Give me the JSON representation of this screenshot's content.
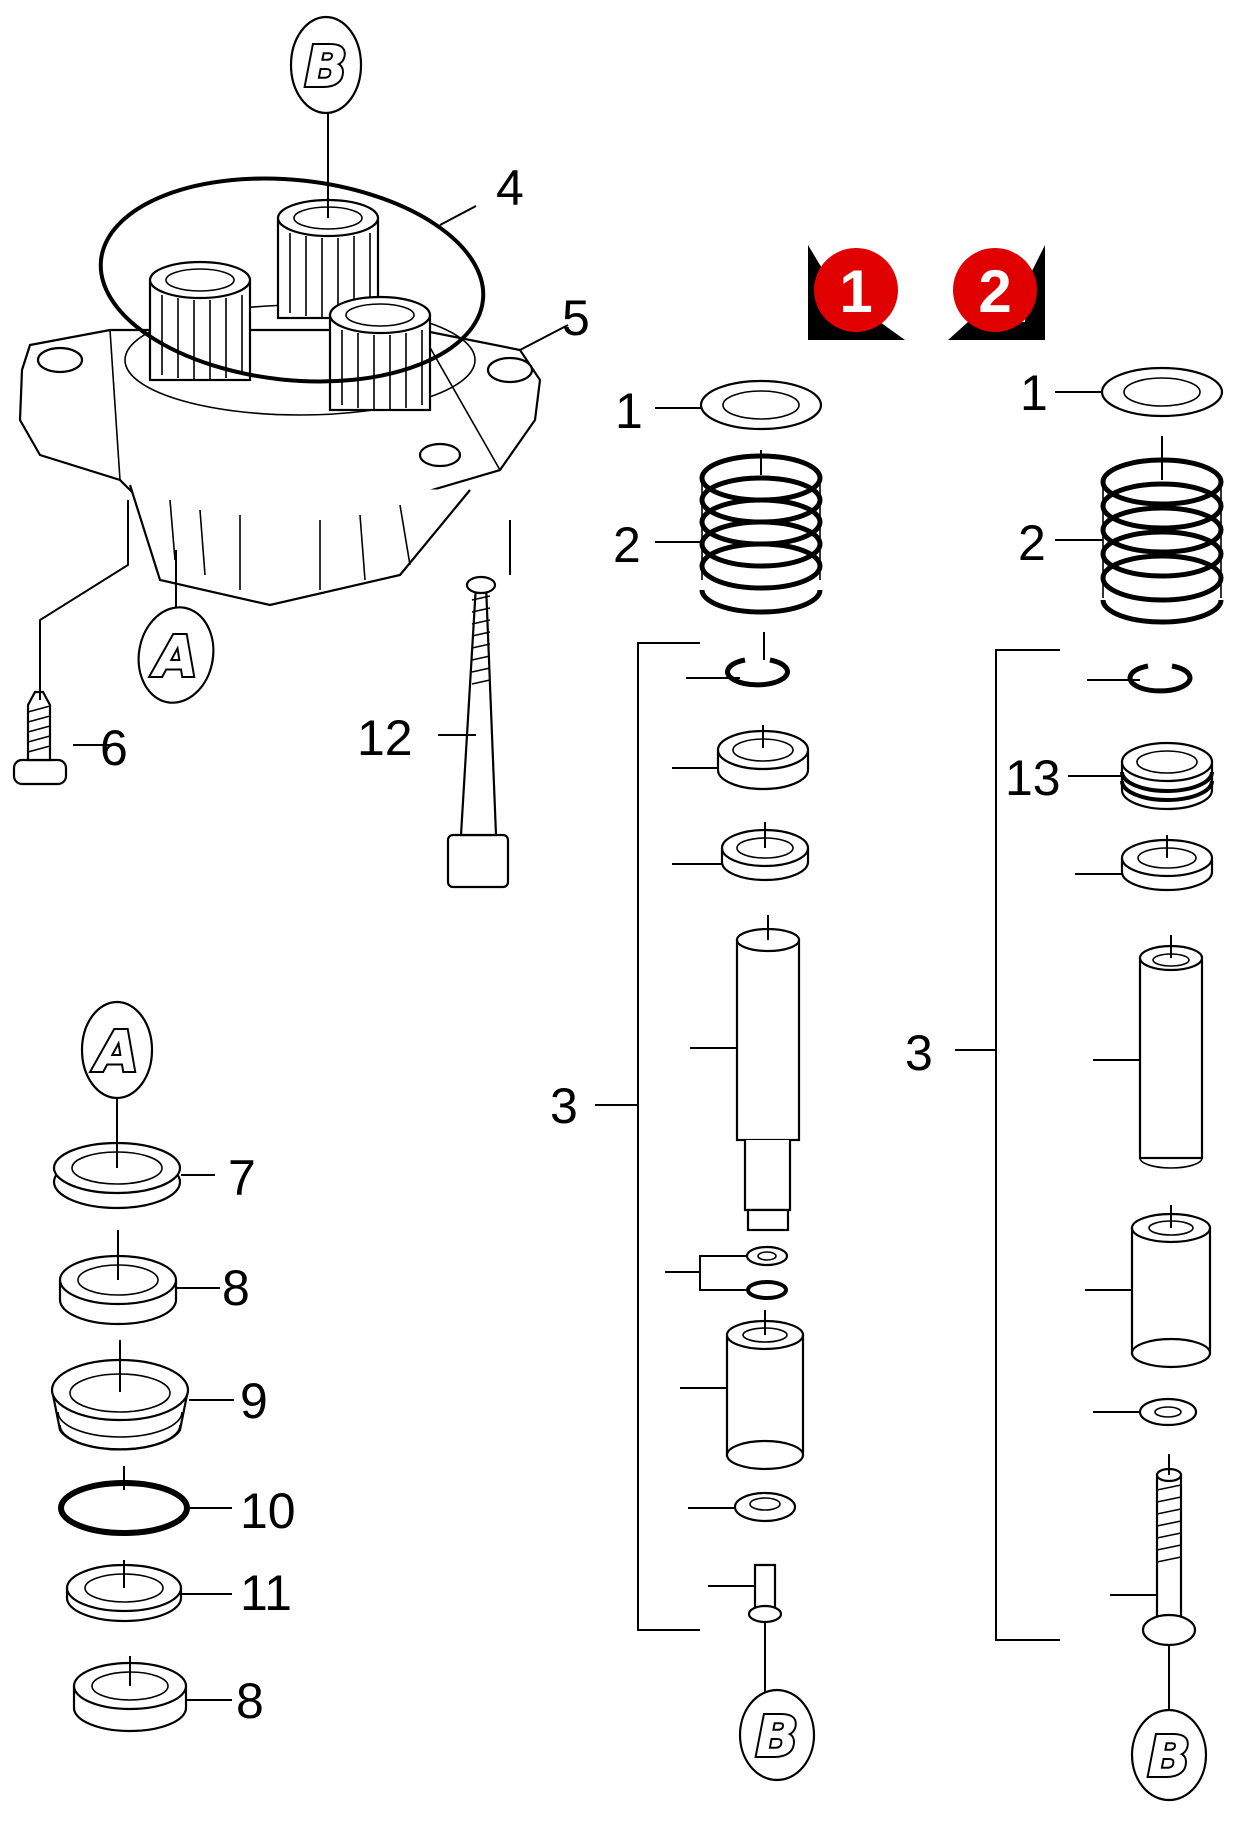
{
  "callouts": {
    "c1a": "1",
    "c2a": "2",
    "c3a": "3",
    "c1b": "1",
    "c2b": "2",
    "c3b": "3",
    "c4": "4",
    "c5": "5",
    "c6": "6",
    "c7": "7",
    "c8a": "8",
    "c9": "9",
    "c10": "10",
    "c11": "11",
    "c8b": "8",
    "c12": "12",
    "c13": "13"
  },
  "refs": {
    "top_b": "B",
    "pump_a": "A",
    "left_a": "A",
    "bottom_b_1": "B",
    "bottom_b_2": "B"
  },
  "variants": {
    "v1": "1",
    "v2": "2"
  },
  "colors": {
    "variant_badge": "#e00000",
    "variant_tab": "#000000",
    "ink": "#000000"
  }
}
